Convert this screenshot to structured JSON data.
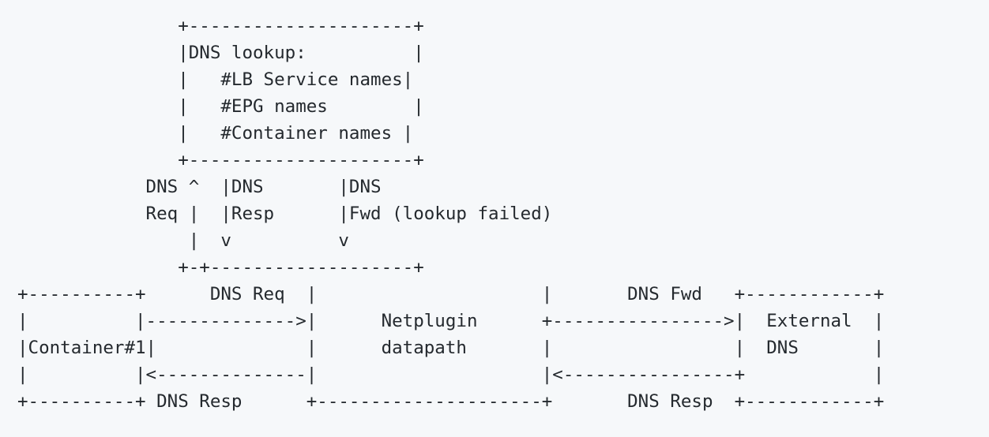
{
  "diagram": {
    "lines": [
      "               +---------------------+",
      "               |DNS lookup:          |",
      "               |   #LB Service names|",
      "               |   #EPG names        |",
      "               |   #Container names |",
      "               +---------------------+",
      "            DNS ^  |DNS       |DNS",
      "            Req |  |Resp      |Fwd (lookup failed)",
      "                |  v          v",
      "               +-+-------------------+",
      "+----------+      DNS Req  |                     |       DNS Fwd   +------------+",
      "|          |-------------->|      Netplugin      +---------------->|  External  |",
      "|Container#1|              |      datapath       |                 |  DNS       |",
      "|          |<--------------|                     |<----------------+            |",
      "+----------+ DNS Resp      +---------------------+       DNS Resp  +------------+"
    ]
  }
}
